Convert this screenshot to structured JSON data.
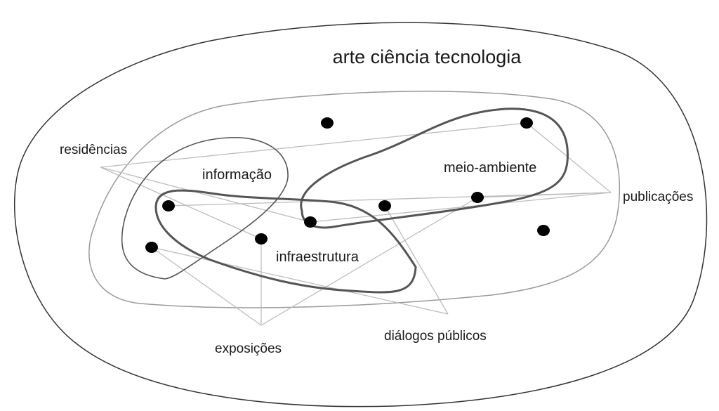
{
  "title": "arte ciência tecnologia",
  "clusters": {
    "informacao": "informação",
    "meio_ambiente": "meio-ambiente",
    "infraestrutura": "infraestrutura"
  },
  "activities": {
    "residencias": "residências",
    "publicacoes": "publicações",
    "exposicoes": "exposições",
    "dialogos_publicos": "diálogos públicos"
  },
  "colors": {
    "outer_boundary": "#333333",
    "inner_boundary": "#9a9a9a",
    "cluster_boundary": "#555555",
    "link_lines": "#bdbdbd",
    "nodes": "#000000"
  }
}
